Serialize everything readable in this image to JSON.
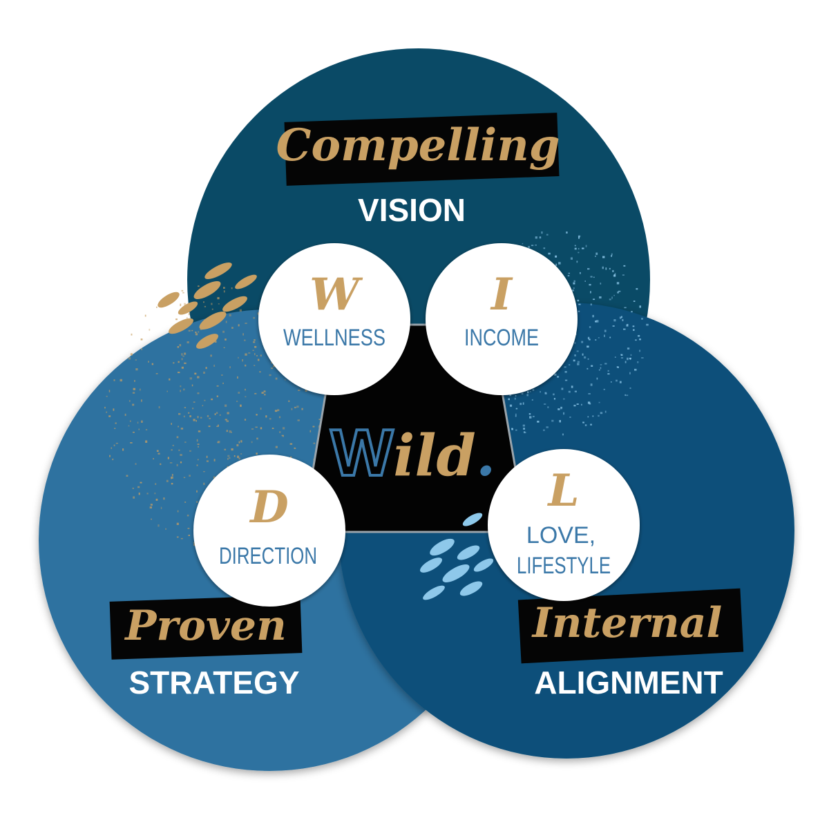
{
  "colors": {
    "top_circle": "#0a4a66",
    "left_circle": "#2e72a0",
    "right_circle": "#08507a",
    "center": "#030303",
    "gold": "#c9a063",
    "blue_text": "#3b78a8",
    "light_blue": "#8ec8ea",
    "white": "#ffffff",
    "label_bg": "#050505"
  },
  "top": {
    "script": "Compelling",
    "caps": "VISION"
  },
  "left": {
    "script": "Proven",
    "caps": "STRATEGY"
  },
  "right": {
    "script": "Internal",
    "caps": "ALIGNMENT"
  },
  "nodes": [
    {
      "letter": "W",
      "lines": [
        "WELLNESS"
      ]
    },
    {
      "letter": "I",
      "lines": [
        "INCOME"
      ]
    },
    {
      "letter": "D",
      "lines": [
        "DIRECTION"
      ]
    },
    {
      "letter": "L",
      "lines": [
        "LOVE,",
        "LIFESTYLE"
      ]
    }
  ],
  "center": {
    "first_letter": "W",
    "rest": "ild",
    "dot": "."
  }
}
